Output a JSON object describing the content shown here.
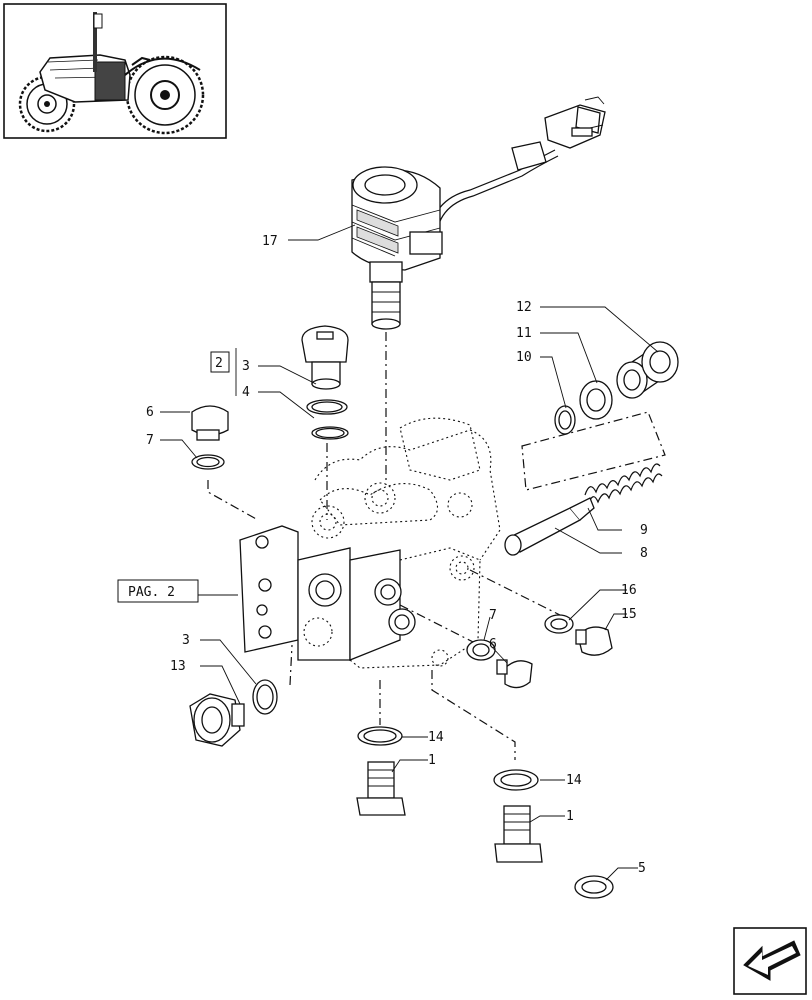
{
  "reference_labels": {
    "page_ref": "PAG. 2",
    "group_ref": "2"
  },
  "callouts": [
    {
      "id": "c17",
      "text": "17"
    },
    {
      "id": "c12",
      "text": "12"
    },
    {
      "id": "c11",
      "text": "11"
    },
    {
      "id": "c10",
      "text": "10"
    },
    {
      "id": "c3a",
      "text": "3"
    },
    {
      "id": "c4",
      "text": "4"
    },
    {
      "id": "c6a",
      "text": "6"
    },
    {
      "id": "c7a",
      "text": "7"
    },
    {
      "id": "c9",
      "text": "9"
    },
    {
      "id": "c8",
      "text": "8"
    },
    {
      "id": "c16",
      "text": "16"
    },
    {
      "id": "c15",
      "text": "15"
    },
    {
      "id": "c7b",
      "text": "7"
    },
    {
      "id": "c6b",
      "text": "6"
    },
    {
      "id": "c3b",
      "text": "3"
    },
    {
      "id": "c13",
      "text": "13"
    },
    {
      "id": "c14a",
      "text": "14"
    },
    {
      "id": "c1a",
      "text": "1"
    },
    {
      "id": "c14b",
      "text": "14"
    },
    {
      "id": "c1b",
      "text": "1"
    },
    {
      "id": "c5",
      "text": "5"
    }
  ],
  "icons": {
    "thumbnail": "tractor-thumbnail-icon",
    "navigation": "next-page-arrow-icon"
  }
}
